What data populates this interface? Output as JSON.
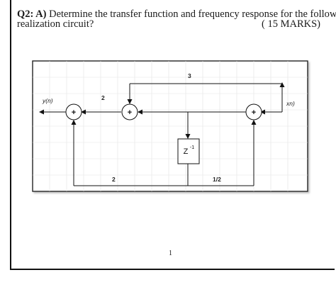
{
  "question": {
    "number": "Q2: A)",
    "text_line1": " Determine the transfer function and frequency response for the following",
    "text_line2": "realization circuit?",
    "marks": "( 15 MARKS)"
  },
  "diagram": {
    "output_label": "y(n)",
    "input_label": "xn)",
    "gain_forward": "2",
    "gain_top": "3",
    "gain_bottom_left": "2",
    "gain_bottom_right": "1/2",
    "delay_base": "Z",
    "delay_exp": "-1",
    "adder_symbol": "+"
  },
  "footer": {
    "page_number": "1"
  }
}
